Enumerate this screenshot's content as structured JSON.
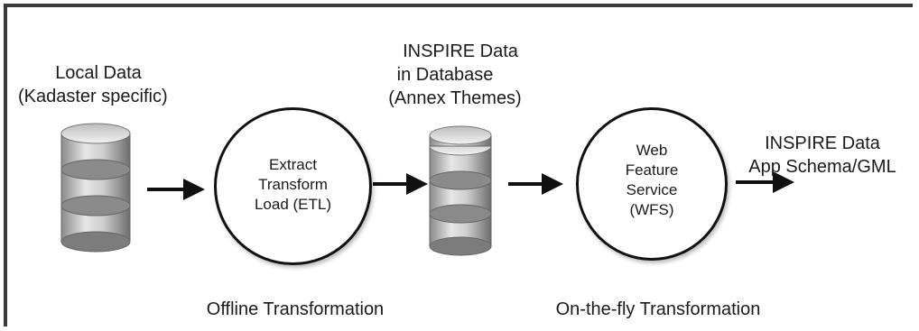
{
  "source": {
    "title_line1": "Local Data",
    "title_line2": "(Kadaster specific)"
  },
  "etl": {
    "line1": "Extract",
    "line2": "Transform",
    "line3": "Load (ETL)"
  },
  "database": {
    "title_line1": "INSPIRE Data",
    "title_line2": "in Database",
    "title_line3": "(Annex Themes)"
  },
  "wfs": {
    "line1": "Web",
    "line2": "Feature",
    "line3": "Service",
    "line4": "(WFS)"
  },
  "output": {
    "title_line1": "INSPIRE Data",
    "title_line2": "App Schema/GML"
  },
  "captions": {
    "offline": "Offline Transformation",
    "onthefly": "On-the-fly Transformation"
  }
}
